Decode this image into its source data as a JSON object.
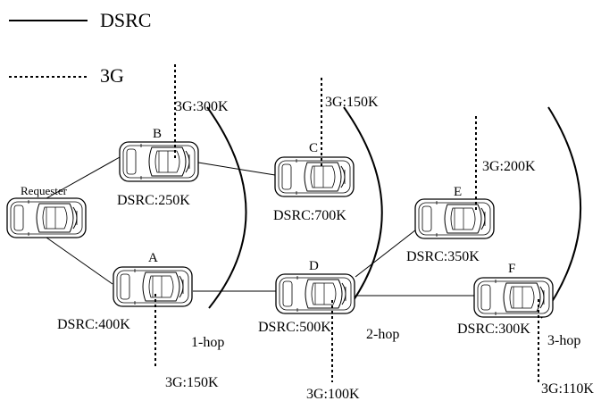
{
  "legend": {
    "dsrc_label": "DSRC",
    "threeg_label": "3G"
  },
  "nodes": {
    "requester": {
      "name": "Requester"
    },
    "a": {
      "name": "A",
      "dsrc": "DSRC:400K",
      "threeg": "3G:150K"
    },
    "b": {
      "name": "B",
      "dsrc": "DSRC:250K",
      "threeg": "3G:300K"
    },
    "c": {
      "name": "C",
      "dsrc": "DSRC:700K",
      "threeg": "3G:150K"
    },
    "d": {
      "name": "D",
      "dsrc": "DSRC:500K",
      "threeg": "3G:100K"
    },
    "e": {
      "name": "E",
      "dsrc": "DSRC:350K",
      "threeg": "3G:200K"
    },
    "f": {
      "name": "F",
      "dsrc": "DSRC:300K",
      "threeg": "3G:110K"
    }
  },
  "hops": {
    "hop1": "1-hop",
    "hop2": "2-hop",
    "hop3": "3-hop"
  },
  "colors": {
    "line": "#000000",
    "car_body": "#ffffff"
  }
}
